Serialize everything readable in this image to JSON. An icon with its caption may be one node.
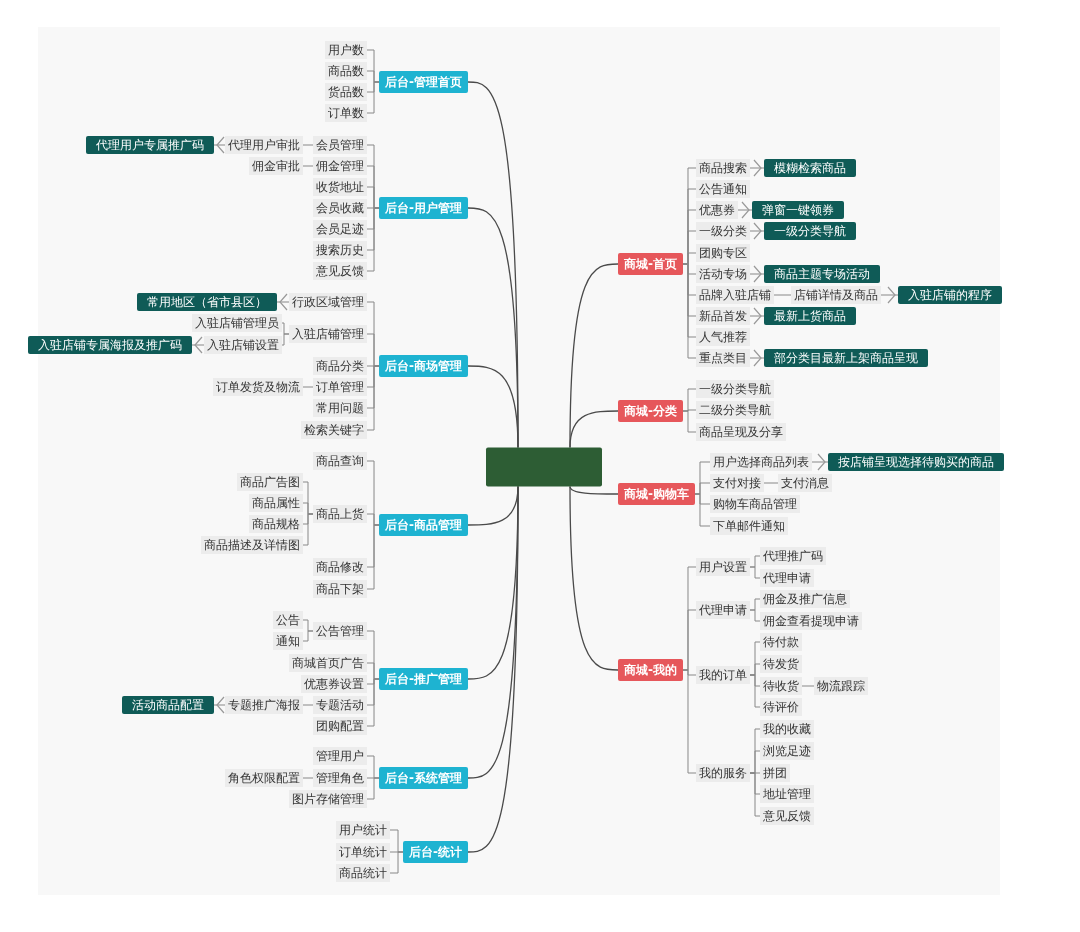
{
  "diagram": {
    "nodes": [
      {
        "text": [],
        "shape": "box"
      },
      {
        "text": [
          "后台-管理首页"
        ]
      },
      {
        "text": [
          "用户数"
        ]
      },
      {
        "text": [
          "商品数"
        ]
      },
      {
        "text": [
          "货品数"
        ]
      },
      {
        "text": [
          "订单数"
        ]
      },
      {
        "text": [
          "后台-用户管理"
        ]
      },
      {
        "text": [
          "会员管理"
        ]
      },
      {
        "text": [
          "代理用户审批"
        ]
      },
      {
        "text": [
          "代理用户专属推广码"
        ]
      },
      {
        "text": [
          "佣金管理"
        ]
      },
      {
        "text": [
          "佣金审批"
        ]
      },
      {
        "text": [
          "收货地址"
        ]
      },
      {
        "text": [
          "会员收藏"
        ]
      },
      {
        "text": [
          "会员足迹"
        ]
      },
      {
        "text": [
          "搜索历史"
        ]
      },
      {
        "text": [
          "意见反馈"
        ]
      },
      {
        "text": [
          "后台-商场管理"
        ]
      },
      {
        "text": [
          "行政区域管理"
        ]
      },
      {
        "text": [
          "常用地区（省市县区）"
        ]
      },
      {
        "text": [
          "入驻店铺管理"
        ]
      },
      {
        "text": [
          "入驻店铺管理员"
        ]
      },
      {
        "text": [
          "入驻店铺设置"
        ]
      },
      {
        "text": [
          "入驻店铺专属海报及推广码"
        ]
      },
      {
        "text": [
          "商品分类"
        ]
      },
      {
        "text": [
          "订单管理"
        ]
      },
      {
        "text": [
          "订单发货及物流"
        ]
      },
      {
        "text": [
          "常用问题"
        ]
      },
      {
        "text": [
          "检索关键字"
        ]
      },
      {
        "text": [
          "后台-商品管理"
        ]
      },
      {
        "text": [
          "商品查询"
        ]
      },
      {
        "text": [
          "商品上货"
        ]
      },
      {
        "text": [
          "商品广告图"
        ]
      },
      {
        "text": [
          "商品属性"
        ]
      },
      {
        "text": [
          "商品规格"
        ]
      },
      {
        "text": [
          "商品描述及详情图"
        ]
      },
      {
        "text": [
          "商品修改"
        ]
      },
      {
        "text": [
          "商品下架"
        ]
      },
      {
        "text": [
          "后台-推广管理"
        ]
      },
      {
        "text": [
          "公告管理"
        ]
      },
      {
        "text": [
          "公告"
        ]
      },
      {
        "text": [
          "通知"
        ]
      },
      {
        "text": [
          "商城首页广告"
        ]
      },
      {
        "text": [
          "优惠券设置"
        ]
      },
      {
        "text": [
          "专题活动"
        ]
      },
      {
        "text": [
          "专题推广海报"
        ]
      },
      {
        "text": [
          "活动商品配置"
        ]
      },
      {
        "text": [
          "团购配置"
        ]
      },
      {
        "text": [
          "后台-系统管理"
        ]
      },
      {
        "text": [
          "管理用户"
        ]
      },
      {
        "text": [
          "管理角色"
        ]
      },
      {
        "text": [
          "角色权限配置"
        ]
      },
      {
        "text": [
          "图片存储管理"
        ]
      },
      {
        "text": [
          "后台-统计"
        ]
      },
      {
        "text": [
          "用户统计"
        ]
      },
      {
        "text": [
          "订单统计"
        ]
      },
      {
        "text": [
          "商品统计"
        ]
      },
      {
        "text": [
          "商城-首页"
        ]
      },
      {
        "text": [
          "商品搜索"
        ]
      },
      {
        "text": [
          "模糊检索商品"
        ]
      },
      {
        "text": [
          "公告通知"
        ]
      },
      {
        "text": [
          "优惠券"
        ]
      },
      {
        "text": [
          "弹窗一键领券"
        ]
      },
      {
        "text": [
          "一级分类"
        ]
      },
      {
        "text": [
          "一级分类导航"
        ]
      },
      {
        "text": [
          "团购专区"
        ]
      },
      {
        "text": [
          "活动专场"
        ]
      },
      {
        "text": [
          "商品主题专场活动"
        ]
      },
      {
        "text": [
          "品牌入驻店铺"
        ]
      },
      {
        "text": [
          "店铺详情及商品"
        ]
      },
      {
        "text": [
          "入驻店铺的程序"
        ]
      },
      {
        "text": [
          "新品首发"
        ]
      },
      {
        "text": [
          "最新上货商品"
        ]
      },
      {
        "text": [
          "人气推荐"
        ]
      },
      {
        "text": [
          "重点类目"
        ]
      },
      {
        "text": [
          "部分类目最新上架商品呈现"
        ]
      },
      {
        "text": [
          "商城-分类"
        ]
      },
      {
        "text": [
          "一级分类导航"
        ]
      },
      {
        "text": [
          "二级分类导航"
        ]
      },
      {
        "text": [
          "商品呈现及分享"
        ]
      },
      {
        "text": [
          "商城-购物车"
        ]
      },
      {
        "text": [
          "用户选择商品列表"
        ]
      },
      {
        "text": [
          "按店铺呈现选择待购买的商品"
        ]
      },
      {
        "text": [
          "支付对接"
        ]
      },
      {
        "text": [
          "支付消息"
        ]
      },
      {
        "text": [
          "购物车商品管理"
        ]
      },
      {
        "text": [
          "下单邮件通知"
        ]
      },
      {
        "text": [
          "商城-我的"
        ]
      },
      {
        "text": [
          "用户设置"
        ]
      },
      {
        "text": [
          "代理推广码"
        ]
      },
      {
        "text": [
          "代理申请"
        ]
      },
      {
        "text": [
          "代理申请"
        ]
      },
      {
        "text": [
          "佣金及推广信息"
        ]
      },
      {
        "text": [
          "佣金查看提现申请"
        ]
      },
      {
        "text": [
          "我的订单"
        ]
      },
      {
        "text": [
          "待付款"
        ]
      },
      {
        "text": [
          "待发货"
        ]
      },
      {
        "text": [
          "待收货"
        ]
      },
      {
        "text": [
          "物流跟踪"
        ]
      },
      {
        "text": [
          "待评价"
        ]
      },
      {
        "text": [
          "我的服务"
        ]
      },
      {
        "text": [
          "我的收藏"
        ]
      },
      {
        "text": [
          "浏览足迹"
        ]
      },
      {
        "text": [
          "拼团"
        ]
      },
      {
        "text": [
          "地址管理"
        ]
      },
      {
        "text": [
          "意见反馈"
        ]
      }
    ],
    "edges": [
      {
        "from": 0,
        "to": 1,
        "arrow": "none"
      },
      {
        "from": 0,
        "to": 6,
        "arrow": "none"
      },
      {
        "from": 0,
        "to": 17,
        "arrow": "none"
      },
      {
        "from": 0,
        "to": 29,
        "arrow": "none"
      },
      {
        "from": 0,
        "to": 38,
        "arrow": "none"
      },
      {
        "from": 0,
        "to": 48,
        "arrow": "none"
      },
      {
        "from": 0,
        "to": 53,
        "arrow": "none"
      },
      {
        "from": 0,
        "to": 57,
        "arrow": "none"
      },
      {
        "from": 0,
        "to": 76,
        "arrow": "none"
      },
      {
        "from": 0,
        "to": 80,
        "arrow": "none"
      },
      {
        "from": 0,
        "to": 87,
        "arrow": "none"
      },
      {
        "from": 1,
        "to": 2,
        "arrow": "none"
      },
      {
        "from": 1,
        "to": 3,
        "arrow": "none"
      },
      {
        "from": 1,
        "to": 4,
        "arrow": "none"
      },
      {
        "from": 1,
        "to": 5,
        "arrow": "none"
      },
      {
        "from": 6,
        "to": 7,
        "arrow": "none"
      },
      {
        "from": 7,
        "to": 8,
        "arrow": "none"
      },
      {
        "from": 8,
        "to": 9,
        "arrow": "to"
      },
      {
        "from": 6,
        "to": 10,
        "arrow": "none"
      },
      {
        "from": 10,
        "to": 11,
        "arrow": "none"
      },
      {
        "from": 6,
        "to": 12,
        "arrow": "none"
      },
      {
        "from": 6,
        "to": 13,
        "arrow": "none"
      },
      {
        "from": 6,
        "to": 14,
        "arrow": "none"
      },
      {
        "from": 6,
        "to": 15,
        "arrow": "none"
      },
      {
        "from": 6,
        "to": 16,
        "arrow": "none"
      },
      {
        "from": 17,
        "to": 18,
        "arrow": "none"
      },
      {
        "from": 18,
        "to": 19,
        "arrow": "to"
      },
      {
        "from": 17,
        "to": 20,
        "arrow": "none"
      },
      {
        "from": 20,
        "to": 21,
        "arrow": "none"
      },
      {
        "from": 20,
        "to": 22,
        "arrow": "none"
      },
      {
        "from": 22,
        "to": 23,
        "arrow": "to"
      },
      {
        "from": 17,
        "to": 24,
        "arrow": "none"
      },
      {
        "from": 17,
        "to": 25,
        "arrow": "none"
      },
      {
        "from": 25,
        "to": 26,
        "arrow": "none"
      },
      {
        "from": 17,
        "to": 27,
        "arrow": "none"
      },
      {
        "from": 17,
        "to": 28,
        "arrow": "none"
      },
      {
        "from": 29,
        "to": 30,
        "arrow": "none"
      },
      {
        "from": 29,
        "to": 31,
        "arrow": "none"
      },
      {
        "from": 31,
        "to": 32,
        "arrow": "none"
      },
      {
        "from": 31,
        "to": 33,
        "arrow": "none"
      },
      {
        "from": 31,
        "to": 34,
        "arrow": "none"
      },
      {
        "from": 31,
        "to": 35,
        "arrow": "none"
      },
      {
        "from": 29,
        "to": 36,
        "arrow": "none"
      },
      {
        "from": 29,
        "to": 37,
        "arrow": "none"
      },
      {
        "from": 38,
        "to": 39,
        "arrow": "none"
      },
      {
        "from": 39,
        "to": 40,
        "arrow": "none"
      },
      {
        "from": 39,
        "to": 41,
        "arrow": "none"
      },
      {
        "from": 38,
        "to": 42,
        "arrow": "none"
      },
      {
        "from": 38,
        "to": 43,
        "arrow": "none"
      },
      {
        "from": 38,
        "to": 44,
        "arrow": "none"
      },
      {
        "from": 44,
        "to": 45,
        "arrow": "none"
      },
      {
        "from": 45,
        "to": 46,
        "arrow": "to"
      },
      {
        "from": 38,
        "to": 47,
        "arrow": "none"
      },
      {
        "from": 48,
        "to": 49,
        "arrow": "none"
      },
      {
        "from": 48,
        "to": 50,
        "arrow": "none"
      },
      {
        "from": 50,
        "to": 51,
        "arrow": "none"
      },
      {
        "from": 48,
        "to": 52,
        "arrow": "none"
      },
      {
        "from": 53,
        "to": 54,
        "arrow": "none"
      },
      {
        "from": 53,
        "to": 55,
        "arrow": "none"
      },
      {
        "from": 53,
        "to": 56,
        "arrow": "none"
      },
      {
        "from": 57,
        "to": 58,
        "arrow": "none"
      },
      {
        "from": 58,
        "to": 59,
        "arrow": "to"
      },
      {
        "from": 57,
        "to": 60,
        "arrow": "none"
      },
      {
        "from": 57,
        "to": 61,
        "arrow": "none"
      },
      {
        "from": 61,
        "to": 62,
        "arrow": "to"
      },
      {
        "from": 57,
        "to": 63,
        "arrow": "none"
      },
      {
        "from": 63,
        "to": 64,
        "arrow": "to"
      },
      {
        "from": 57,
        "to": 65,
        "arrow": "none"
      },
      {
        "from": 57,
        "to": 66,
        "arrow": "none"
      },
      {
        "from": 66,
        "to": 67,
        "arrow": "to"
      },
      {
        "from": 57,
        "to": 68,
        "arrow": "none"
      },
      {
        "from": 68,
        "to": 69,
        "arrow": "none"
      },
      {
        "from": 69,
        "to": 70,
        "arrow": "to"
      },
      {
        "from": 57,
        "to": 71,
        "arrow": "none"
      },
      {
        "from": 71,
        "to": 72,
        "arrow": "to"
      },
      {
        "from": 57,
        "to": 73,
        "arrow": "none"
      },
      {
        "from": 57,
        "to": 74,
        "arrow": "none"
      },
      {
        "from": 74,
        "to": 75,
        "arrow": "to"
      },
      {
        "from": 76,
        "to": 77,
        "arrow": "none"
      },
      {
        "from": 76,
        "to": 78,
        "arrow": "none"
      },
      {
        "from": 76,
        "to": 79,
        "arrow": "none"
      },
      {
        "from": 80,
        "to": 81,
        "arrow": "none"
      },
      {
        "from": 81,
        "to": 82,
        "arrow": "to"
      },
      {
        "from": 80,
        "to": 83,
        "arrow": "none"
      },
      {
        "from": 83,
        "to": 84,
        "arrow": "none"
      },
      {
        "from": 80,
        "to": 85,
        "arrow": "none"
      },
      {
        "from": 80,
        "to": 86,
        "arrow": "none"
      },
      {
        "from": 87,
        "to": 88,
        "arrow": "none"
      },
      {
        "from": 88,
        "to": 89,
        "arrow": "none"
      },
      {
        "from": 88,
        "to": 90,
        "arrow": "none"
      },
      {
        "from": 87,
        "to": 91,
        "arrow": "none"
      },
      {
        "from": 91,
        "to": 92,
        "arrow": "none"
      },
      {
        "from": 91,
        "to": 93,
        "arrow": "none"
      },
      {
        "from": 87,
        "to": 94,
        "arrow": "none"
      },
      {
        "from": 94,
        "to": 95,
        "arrow": "none"
      },
      {
        "from": 94,
        "to": 96,
        "arrow": "none"
      },
      {
        "from": 94,
        "to": 97,
        "arrow": "none"
      },
      {
        "from": 97,
        "to": 98,
        "arrow": "none"
      },
      {
        "from": 94,
        "to": 99,
        "arrow": "none"
      },
      {
        "from": 87,
        "to": 100,
        "arrow": "none"
      },
      {
        "from": 100,
        "to": 101,
        "arrow": "none"
      },
      {
        "from": 100,
        "to": 102,
        "arrow": "none"
      },
      {
        "from": 100,
        "to": 103,
        "arrow": "none"
      },
      {
        "from": 100,
        "to": 104,
        "arrow": "none"
      },
      {
        "from": 100,
        "to": 105,
        "arrow": "none"
      }
    ]
  }
}
